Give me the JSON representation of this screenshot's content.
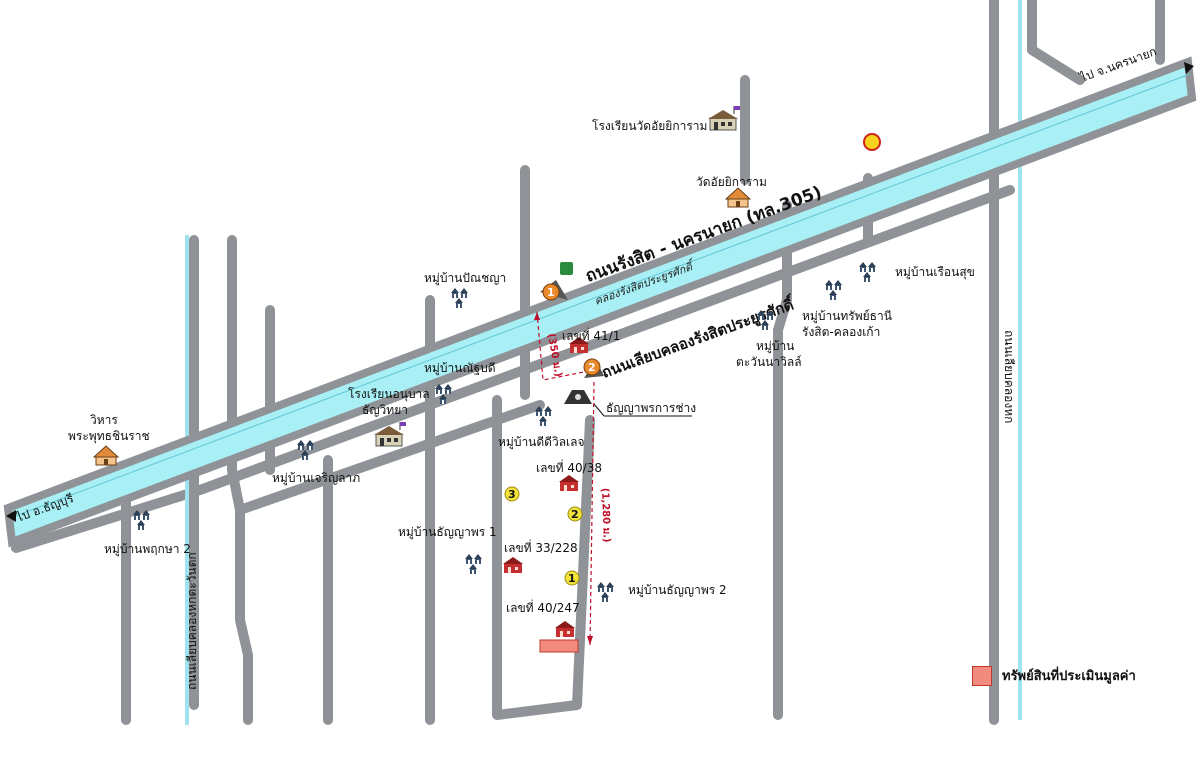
{
  "roads": {
    "main_road": "ถนนรังสิต - นครนายก (ทล.305)",
    "side_road": "ถนนเลียบคลองรังสิตประยูรศักดิ์",
    "canal": "คลองรังสิตประยูรศักดิ์",
    "to_west": "ไป อ.ธัญบุรี",
    "to_east": "ไป จ.นครนายก",
    "left_vertical": "ถนนเลียบคลองหกตะวันตก",
    "right_vertical": "ถนนเลียบคลองหก"
  },
  "places": {
    "school_wat": "โรงเรียนวัดอัยยิการาม",
    "wat": "วัดอัยยิการาม",
    "village_panchaya": "หมู่บ้านปัณชญา",
    "village_ruenskuk": "หมู่บ้านเรือนสุข",
    "village_sapthani": "หมู่บ้านทรัพย์ธานี",
    "village_sapthani_2": "รังสิต-คลองเก้า",
    "village_tawanna": "หมู่บ้าน",
    "village_tawanna_2": "ตะวันนาวิลล์",
    "village_narubodi": "หมู่บ้านณัฐบดี",
    "school_anuban": "โรงเรียนอนุบาล",
    "school_anuban_2": "ธัญวิทยา",
    "temple_vihara": "วิหาร",
    "temple_vihara_2": "พระพุทธชินราช",
    "village_charoen": "หมู่บ้านเจริญลาภ",
    "village_deeville": "หมู่บ้านดีดีวิลเลจ",
    "shop": "ธัญญาพรการช่าง",
    "village_thanyaporn1": "หมู่บ้านธัญญาพร 1",
    "village_thanyaporn2": "หมู่บ้านธัญญาพร 2",
    "village_pruksa": "หมู่บ้านพฤกษา 2"
  },
  "addresses": {
    "a1": "เลขที่ 41/1",
    "a2": "เลขที่ 40/38",
    "a3": "เลขที่ 33/228",
    "a4": "เลขที่ 40/247"
  },
  "distances": {
    "d1": "(350 ม.)",
    "d2": "(1,280 ม.)"
  },
  "markers": {
    "m1": "1",
    "m2": "2",
    "y1": "1",
    "y2": "2",
    "y3": "3"
  },
  "legend": {
    "label": "ทรัพย์สินที่ประเมินมูลค่า"
  },
  "colors": {
    "road": "#8f9296",
    "canal": "#9fe3ee",
    "subject": "#f08b7e",
    "marker_orange": "#e8892b",
    "marker_yellow": "#f2e33a"
  }
}
